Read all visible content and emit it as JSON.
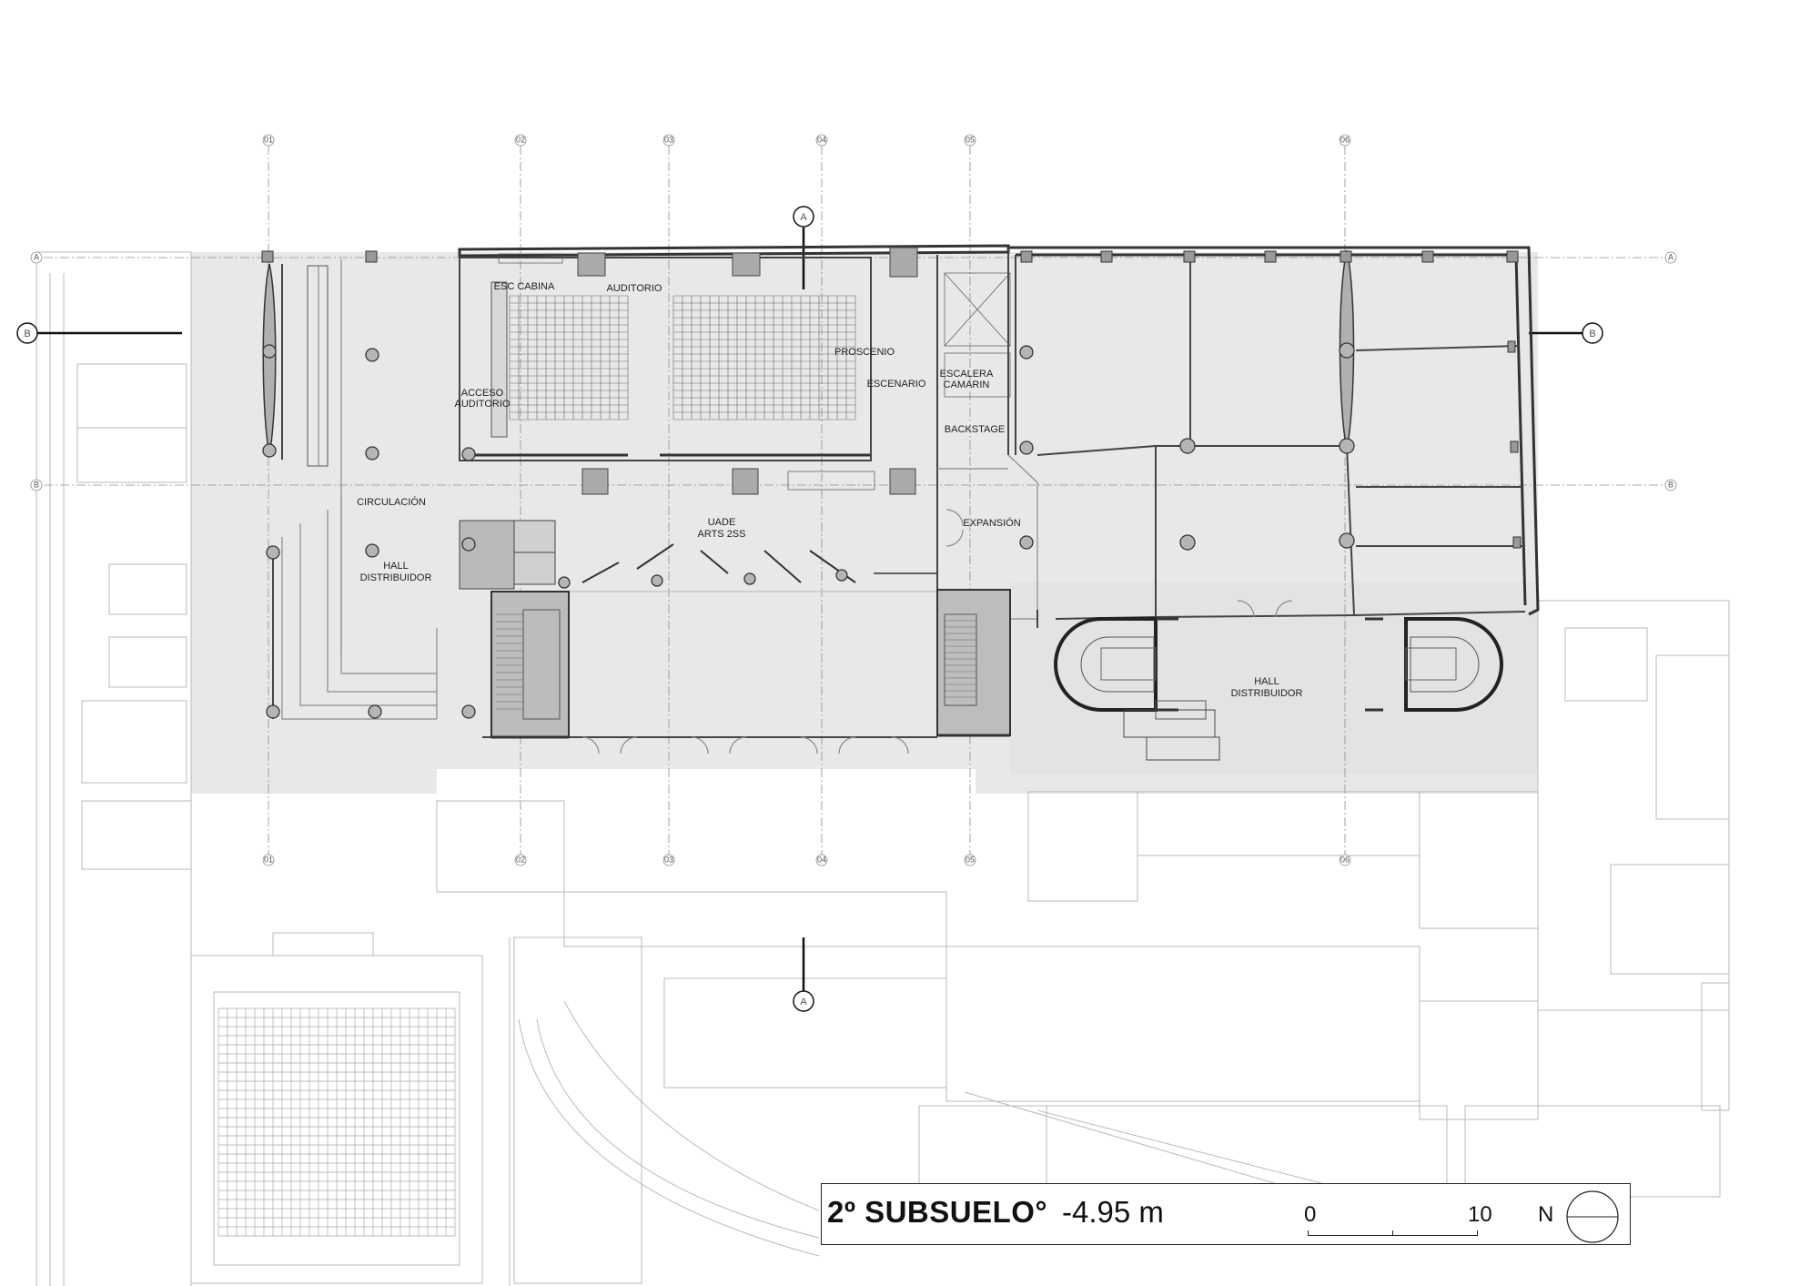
{
  "plan": {
    "level_name": "2º SUBSUELO°",
    "elevation": "-4.95 m",
    "scale_start": "0",
    "scale_end": "10",
    "north": "N",
    "grid_columns": [
      "01",
      "02",
      "03",
      "04",
      "05",
      "06"
    ],
    "grid_rows": [
      "A",
      "B"
    ],
    "section_marks": [
      "A",
      "B"
    ],
    "colors": {
      "floor_fill": "#e6e6e6",
      "stair_fill": "#bdbdbd",
      "line": "#333333"
    }
  },
  "rooms": {
    "esc_cabina": "ESC CABINA",
    "auditorio": "AUDITORIO",
    "proscenio": "PROSCENIO",
    "escenario": "ESCENARIO",
    "escalera_camarin_1": "ESCALERA",
    "escalera_camarin_2": "CAMARIN",
    "backstage": "BACKSTAGE",
    "acceso_auditorio_1": "ACCESO",
    "acceso_auditorio_2": "AUDITORIO",
    "circulacion": "CIRCULACIÓN",
    "uade_1": "UADE",
    "uade_2": "ARTS 2SS",
    "expansion": "EXPANSIÓN",
    "hall_left_1": "HALL",
    "hall_left_2": "DISTRIBUIDOR",
    "hall_right_1": "HALL",
    "hall_right_2": "DISTRIBUIDOR"
  }
}
